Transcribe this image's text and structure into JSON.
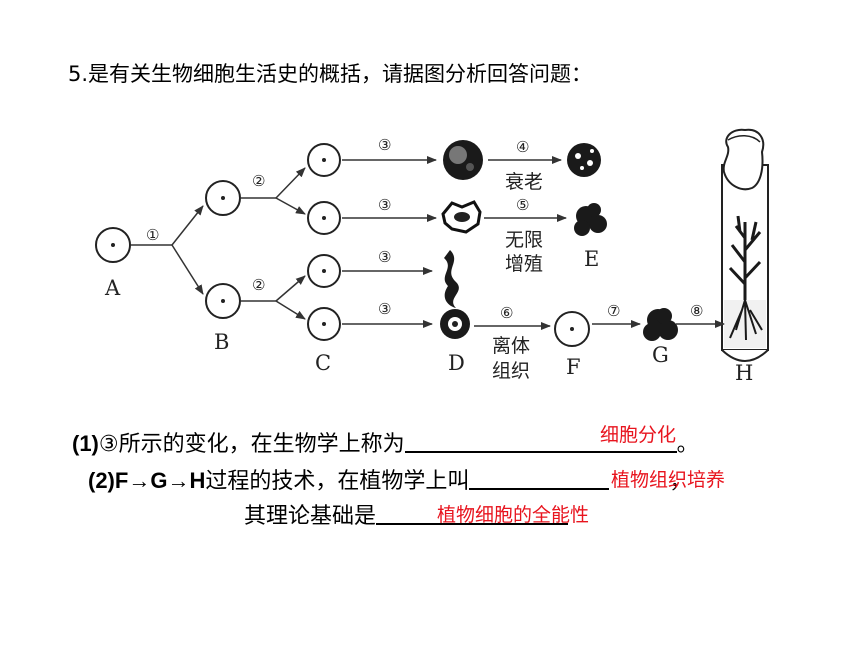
{
  "question": {
    "title": "5.是有关生物细胞生活史的概括，请据图分析回答问题："
  },
  "diagram": {
    "labels": {
      "A": "A",
      "B": "B",
      "C": "C",
      "D": "D",
      "E": "E",
      "F": "F",
      "G": "G",
      "H": "H"
    },
    "steps": {
      "s1": "①",
      "s2": "②",
      "s3": "③",
      "s4": "④",
      "s5": "⑤",
      "s6": "⑥",
      "s7": "⑦",
      "s8": "⑧"
    },
    "captions": {
      "aging": "衰老",
      "unlimited_1": "无限",
      "unlimited_2": "增殖",
      "detached_1": "离体",
      "detached_2": "组织"
    }
  },
  "answers": {
    "q1_prefix": "(1)",
    "q1_text": "③所示的变化，在生物学上称为",
    "q1_end": "。",
    "q1_answer": "细胞分化",
    "q2_prefix": "(2)F→G→H",
    "q2_text": "过程的技术，在植物学上叫",
    "q2_end": "，",
    "q2_answer": "植物组织培养",
    "q3_text": "其理论基础是",
    "q3_answer": "植物细胞的全能性"
  }
}
